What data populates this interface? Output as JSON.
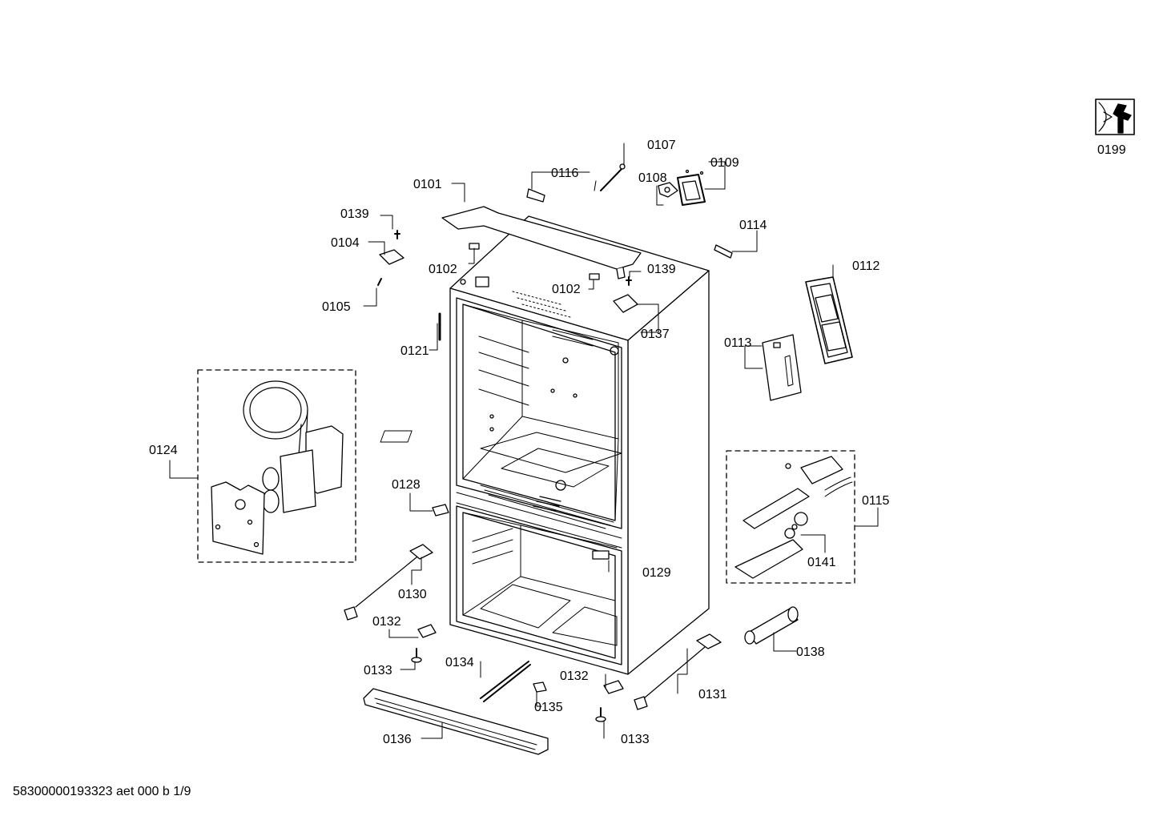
{
  "footer": {
    "doc_code": "58300000193323 aet 000 b 1/9"
  },
  "service_icon": {
    "icon": "wrench-tool-icon",
    "label": "0199"
  },
  "part_labels": {
    "p0101": "0101",
    "p0102a": "0102",
    "p0102b": "0102",
    "p0104": "0104",
    "p0105": "0105",
    "p0107": "0107",
    "p0108": "0108",
    "p0109": "0109",
    "p0112": "0112",
    "p0113": "0113",
    "p0114": "0114",
    "p0115": "0115",
    "p0116": "0116",
    "p0121": "0121",
    "p0124": "0124",
    "p0128": "0128",
    "p0129": "0129",
    "p0130": "0130",
    "p0131": "0131",
    "p0132a": "0132",
    "p0132b": "0132",
    "p0133a": "0133",
    "p0133b": "0133",
    "p0134": "0134",
    "p0135": "0135",
    "p0136": "0136",
    "p0137": "0137",
    "p0138": "0138",
    "p0139a": "0139",
    "p0139b": "0139",
    "p0141": "0141"
  }
}
